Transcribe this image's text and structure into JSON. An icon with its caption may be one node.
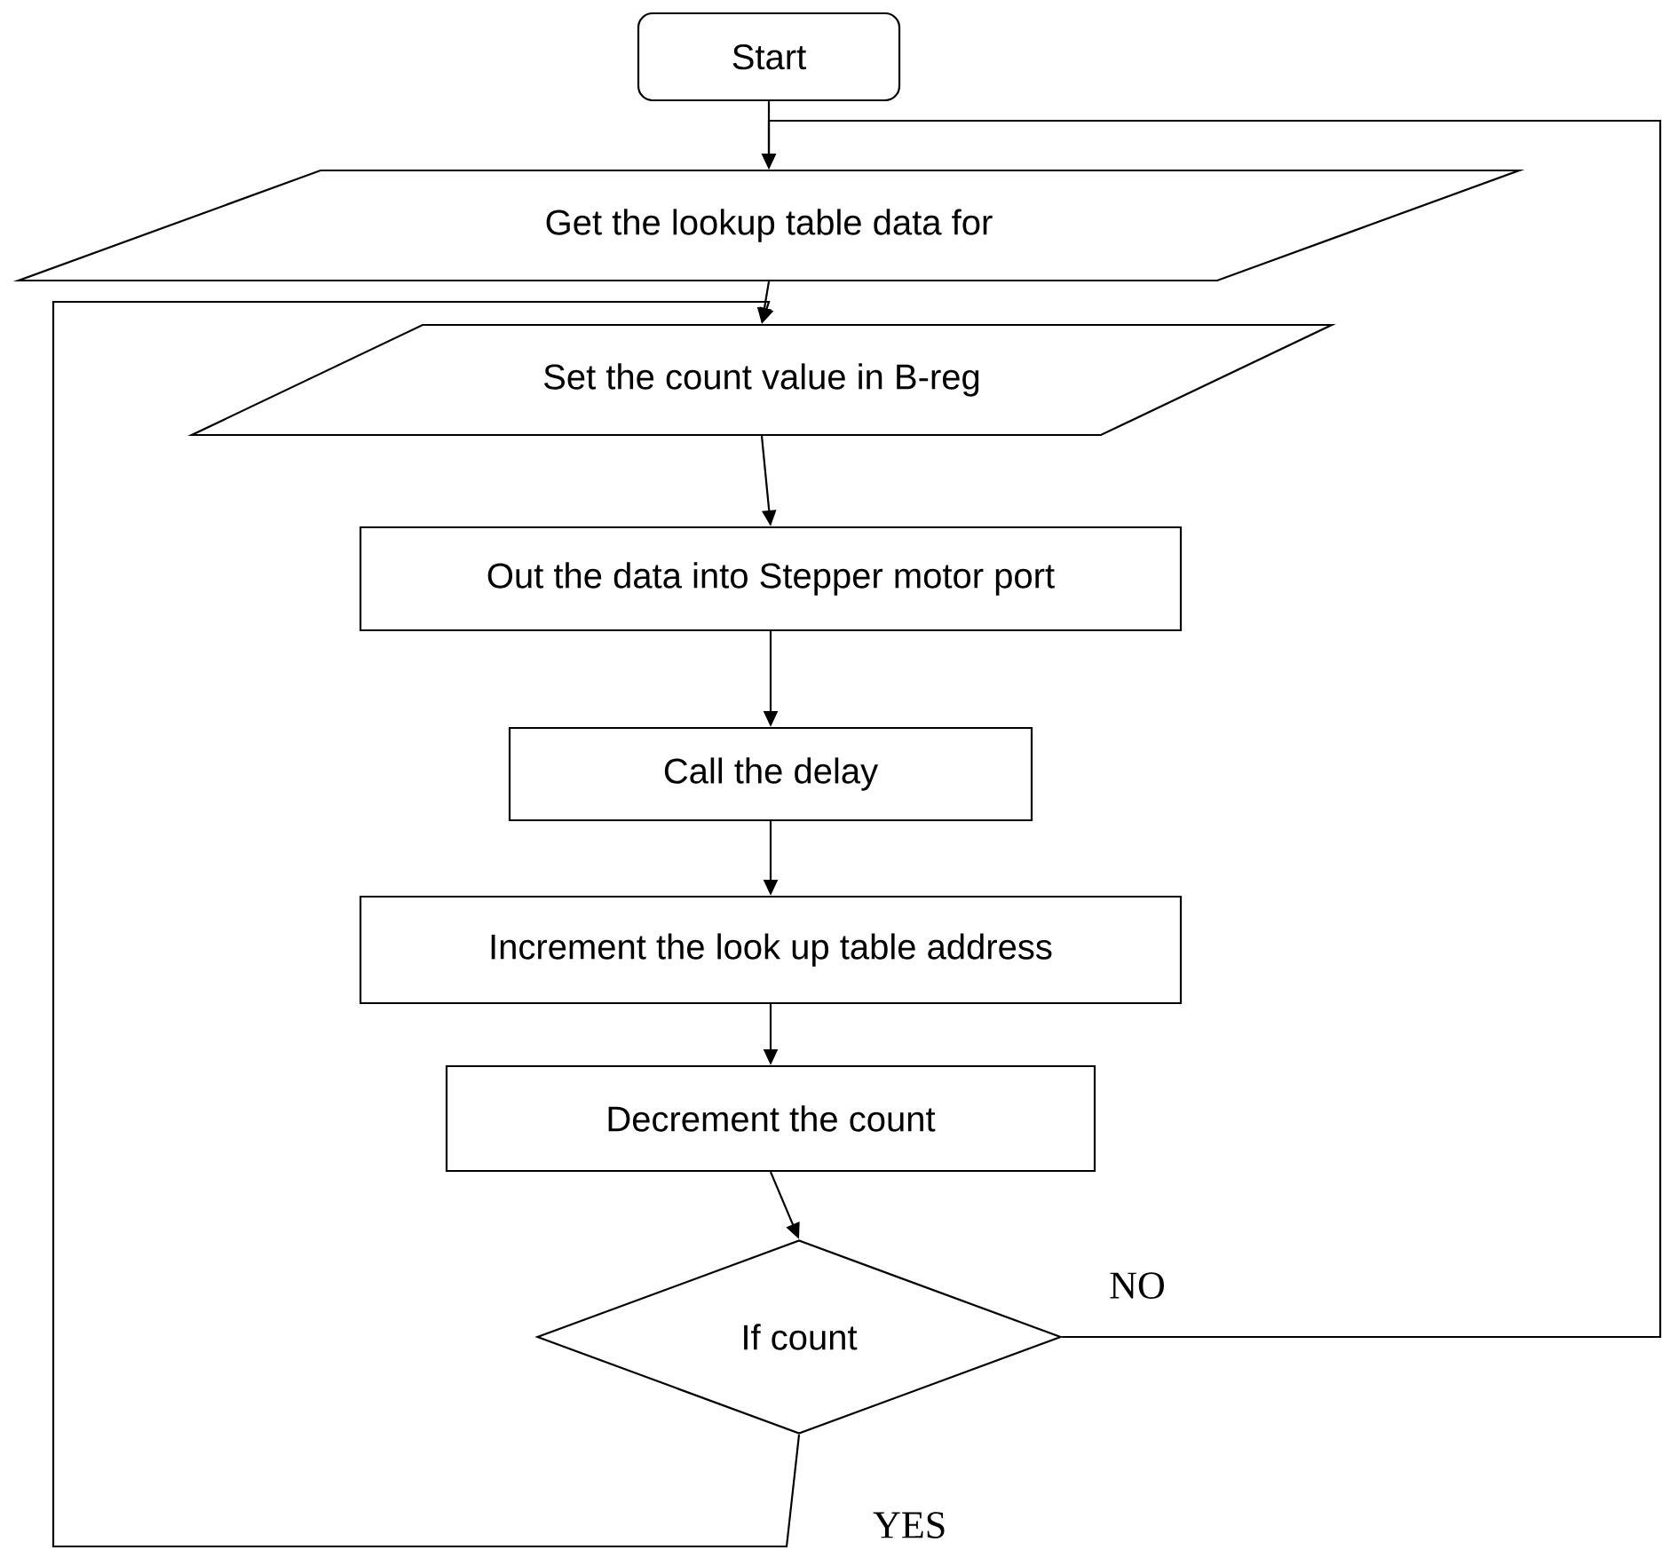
{
  "diagram": {
    "nodes": [
      {
        "text": [
          "Start"
        ]
      },
      {
        "text": [
          "Get the lookup table data for"
        ]
      },
      {
        "text": [
          "Set the count value in B-reg"
        ]
      },
      {
        "text": [
          "Out the data into Stepper motor port"
        ]
      },
      {
        "text": [
          "Call the delay"
        ]
      },
      {
        "text": [
          "Increment the look up table address"
        ]
      },
      {
        "text": [
          "Decrement the count"
        ]
      },
      {
        "text": [
          "If count"
        ]
      }
    ],
    "edges": [
      {
        "from": 0,
        "to": 1,
        "arrow": "to"
      },
      {
        "from": 1,
        "to": 2,
        "arrow": "to"
      },
      {
        "from": 2,
        "to": 3,
        "arrow": "to"
      },
      {
        "from": 3,
        "to": 4,
        "arrow": "to"
      },
      {
        "from": 4,
        "to": 5,
        "arrow": "to"
      },
      {
        "from": 5,
        "to": 6,
        "arrow": "to"
      },
      {
        "from": 6,
        "to": 7,
        "arrow": "to"
      },
      {
        "from": 7,
        "to": 1,
        "arrow": "to",
        "label": "NO"
      },
      {
        "from": 7,
        "to": 2,
        "arrow": "to",
        "label": "YES"
      }
    ]
  }
}
